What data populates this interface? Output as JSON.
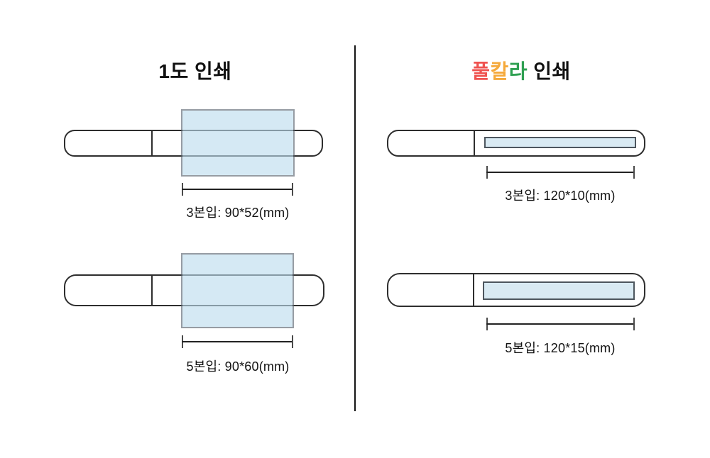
{
  "canvas": {
    "background": "#ffffff",
    "divider_color": "#141414"
  },
  "colors": {
    "pen_outline": "#2e2e2e",
    "print_area_fill_translucent": "#bcdcee",
    "print_area_fill_opaque": "#d9eaf3",
    "print_area_border": "#57616b",
    "print_strip_border": "#4d565e"
  },
  "left_panel": {
    "title": "1도 인쇄",
    "title_color": "#111111",
    "diagrams": [
      {
        "name": "3-pack",
        "label": "3본입: 90*52(mm)"
      },
      {
        "name": "5-pack",
        "label": "5본입: 90*60(mm)"
      }
    ]
  },
  "right_panel": {
    "title_parts": [
      {
        "text": "풀",
        "color": "#ef5350"
      },
      {
        "text": "칼",
        "color": "#f5a93b"
      },
      {
        "text": "라",
        "color": "#2fa052"
      },
      {
        "text": " 인쇄",
        "color": "#111111"
      }
    ],
    "diagrams": [
      {
        "name": "3-pack",
        "label": "3본입: 120*10(mm)"
      },
      {
        "name": "5-pack",
        "label": "5본입: 120*15(mm)"
      }
    ]
  }
}
